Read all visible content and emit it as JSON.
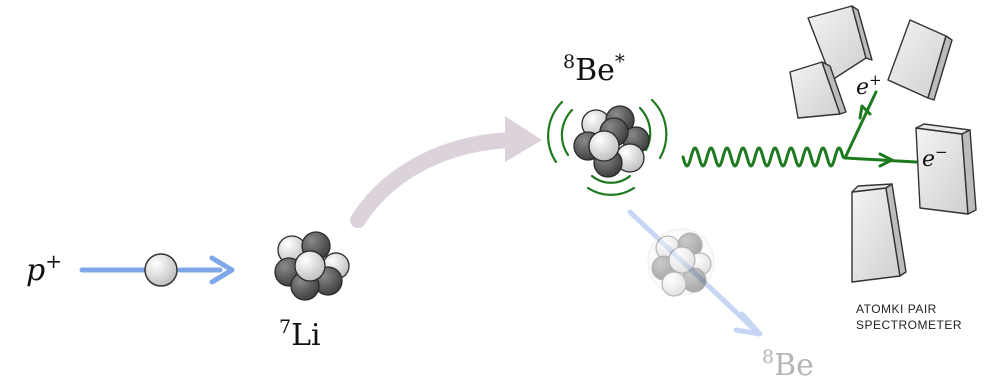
{
  "labels": {
    "proton": "p",
    "proton_charge": "+",
    "lithium_mass": "7",
    "lithium_symbol": "Li",
    "excited_mass": "8",
    "excited_symbol": "Be",
    "excited_star": "*",
    "ground_mass": "8",
    "ground_symbol": "Be",
    "positron": "e",
    "positron_charge": "+",
    "electron": "e",
    "electron_charge": "−",
    "spectrometer_line1": "ATOMKI PAIR",
    "spectrometer_line2": "SPECTROMETER"
  },
  "colors": {
    "beam_arrow": "#7ea6e8",
    "reaction_arrow": "#dcd2dc",
    "decay_arrow": "#c6d6f4",
    "gamma_wave": "#1e7a1e",
    "nucleon_dark": "#5a5a5a",
    "nucleon_light": "#e2e2e2"
  },
  "icons": {
    "proton": "proton-icon",
    "lithium_nucleus": "lithium-7-nucleus-icon",
    "excited_nucleus": "beryllium-8-excited-nucleus-icon",
    "ground_nucleus": "beryllium-8-ground-nucleus-icon",
    "detector": "detector-telescope-icon"
  }
}
